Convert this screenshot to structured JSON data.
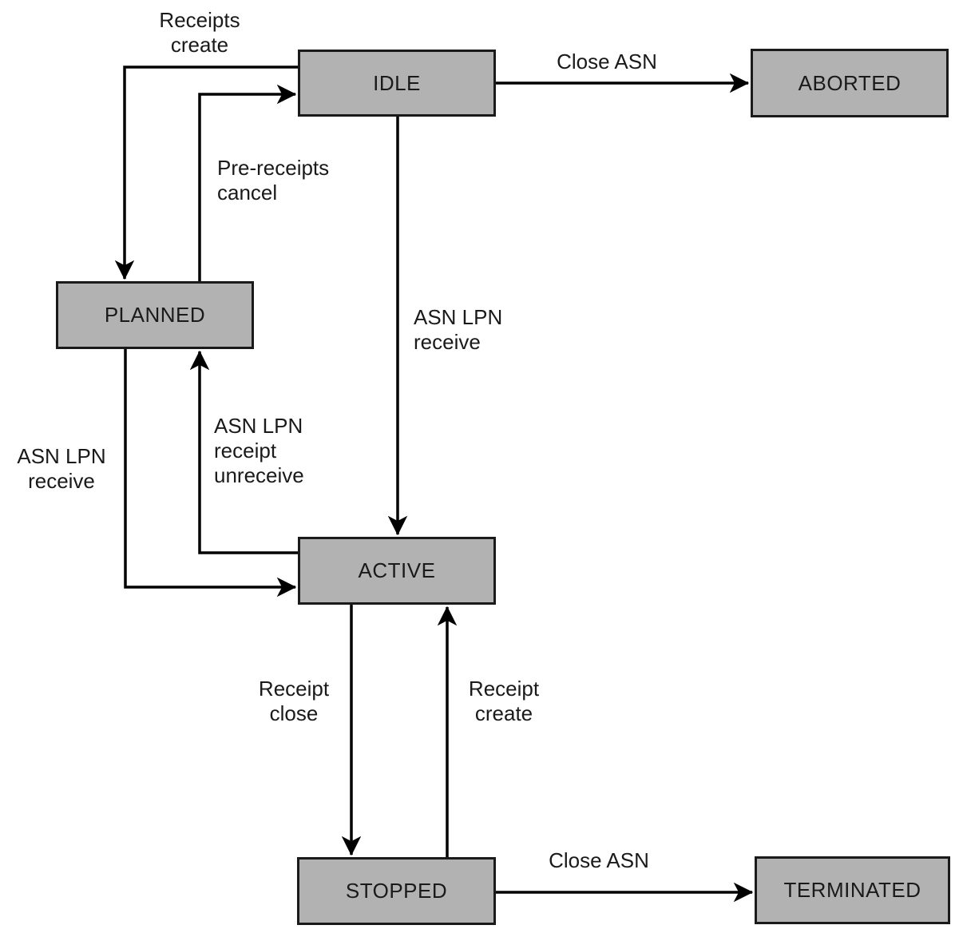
{
  "diagram": {
    "type": "state-diagram",
    "nodes": [
      {
        "id": "idle",
        "label": "IDLE"
      },
      {
        "id": "aborted",
        "label": "ABORTED"
      },
      {
        "id": "planned",
        "label": "PLANNED"
      },
      {
        "id": "active",
        "label": "ACTIVE"
      },
      {
        "id": "stopped",
        "label": "STOPPED"
      },
      {
        "id": "terminated",
        "label": "TERMINATED"
      }
    ],
    "edges": [
      {
        "from": "idle",
        "to": "planned",
        "label": "Receipts\ncreate"
      },
      {
        "from": "planned",
        "to": "idle",
        "label": "Pre-receipts\ncancel"
      },
      {
        "from": "idle",
        "to": "aborted",
        "label": "Close ASN"
      },
      {
        "from": "idle",
        "to": "active",
        "label": "ASN LPN\nreceive"
      },
      {
        "from": "planned",
        "to": "active",
        "label": "ASN LPN\nreceive"
      },
      {
        "from": "active",
        "to": "planned",
        "label": "ASN LPN\nreceipt\nunreceive"
      },
      {
        "from": "active",
        "to": "stopped",
        "label": "Receipt\nclose"
      },
      {
        "from": "stopped",
        "to": "active",
        "label": "Receipt\ncreate"
      },
      {
        "from": "stopped",
        "to": "terminated",
        "label": "Close ASN"
      }
    ],
    "colors": {
      "node_fill": "#b2b2b2",
      "node_border": "#1a1a1a",
      "arrow": "#000000",
      "text": "#1a1a1a",
      "background": "#ffffff"
    }
  }
}
